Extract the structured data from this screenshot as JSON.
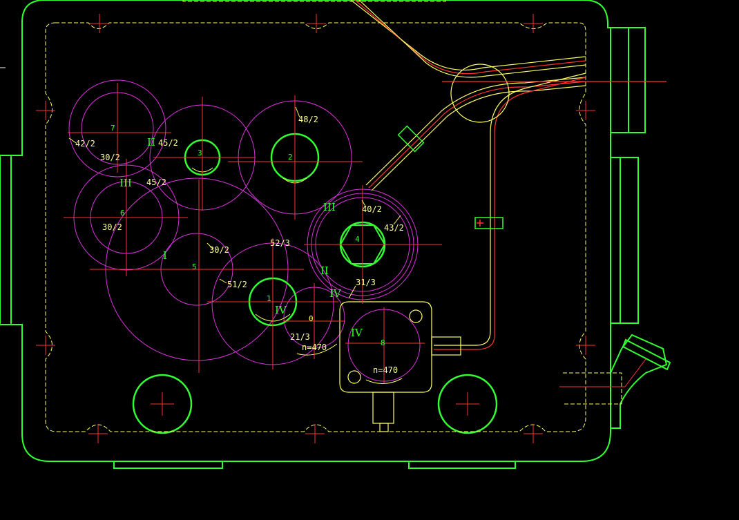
{
  "colors": {
    "background": "#000000",
    "housing": "#33ff33",
    "inner_outline": "#ffff66",
    "gear_circle": "#dd33dd",
    "center_line": "#ff2222",
    "label_text": "#ffff99",
    "roman_numerals": "#33ff33"
  },
  "gear_numbers": {
    "g0": "0",
    "g1": "1",
    "g2": "2",
    "g3": "3",
    "g4": "4",
    "g5": "5",
    "g6": "6",
    "g7": "7",
    "g8": "8"
  },
  "gear_labels": {
    "l_48_2": "48/2",
    "l_42_2": "42/2",
    "l_45_2a": "45/2",
    "l_30_2a": "30/2",
    "l_45_2b": "45/2",
    "l_30_2b": "30/2",
    "l_40_2": "40/2",
    "l_43_2": "43/2",
    "l_30_2c": "30/2",
    "l_52_3": "52/3",
    "l_51_2": "51/2",
    "l_31_3": "31/3",
    "l_21_3": "21/3",
    "l_n470a": "n=470",
    "l_n470b": "n=470"
  },
  "roman": {
    "r_II_a": "II",
    "r_III_a": "III",
    "r_I": "I",
    "r_III_b": "III",
    "r_II_b": "II",
    "r_IV_a": "IV",
    "r_IV_b": "IV",
    "r_IV_c": "IV"
  }
}
